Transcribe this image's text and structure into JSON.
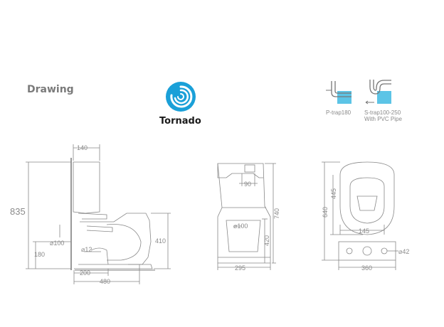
{
  "header": {
    "title": "Drawing",
    "brand": "Tornado",
    "brand_color": "#1aa0d8"
  },
  "icons": {
    "logo": "tornado-swirl-icon",
    "p_trap": "p-trap-icon",
    "s_trap": "s-trap-icon"
  },
  "traps": {
    "p_trap_label": "P-trap180",
    "s_trap_line1": "S-trap100-250",
    "s_trap_line2": "With PVC Pipe"
  },
  "side_view": {
    "d140": "140",
    "d835": "835",
    "d410": "410",
    "d100": "⌀100",
    "d12": "⌀12",
    "d180": "180",
    "d200": "200",
    "d480": "480"
  },
  "front_view": {
    "d90": "90",
    "d740": "740",
    "d100": "⌀100",
    "d420": "420",
    "d295": "295"
  },
  "top_view": {
    "d640": "640",
    "d445": "445",
    "d145": "145",
    "d42": "⌀42",
    "d360": "360"
  }
}
